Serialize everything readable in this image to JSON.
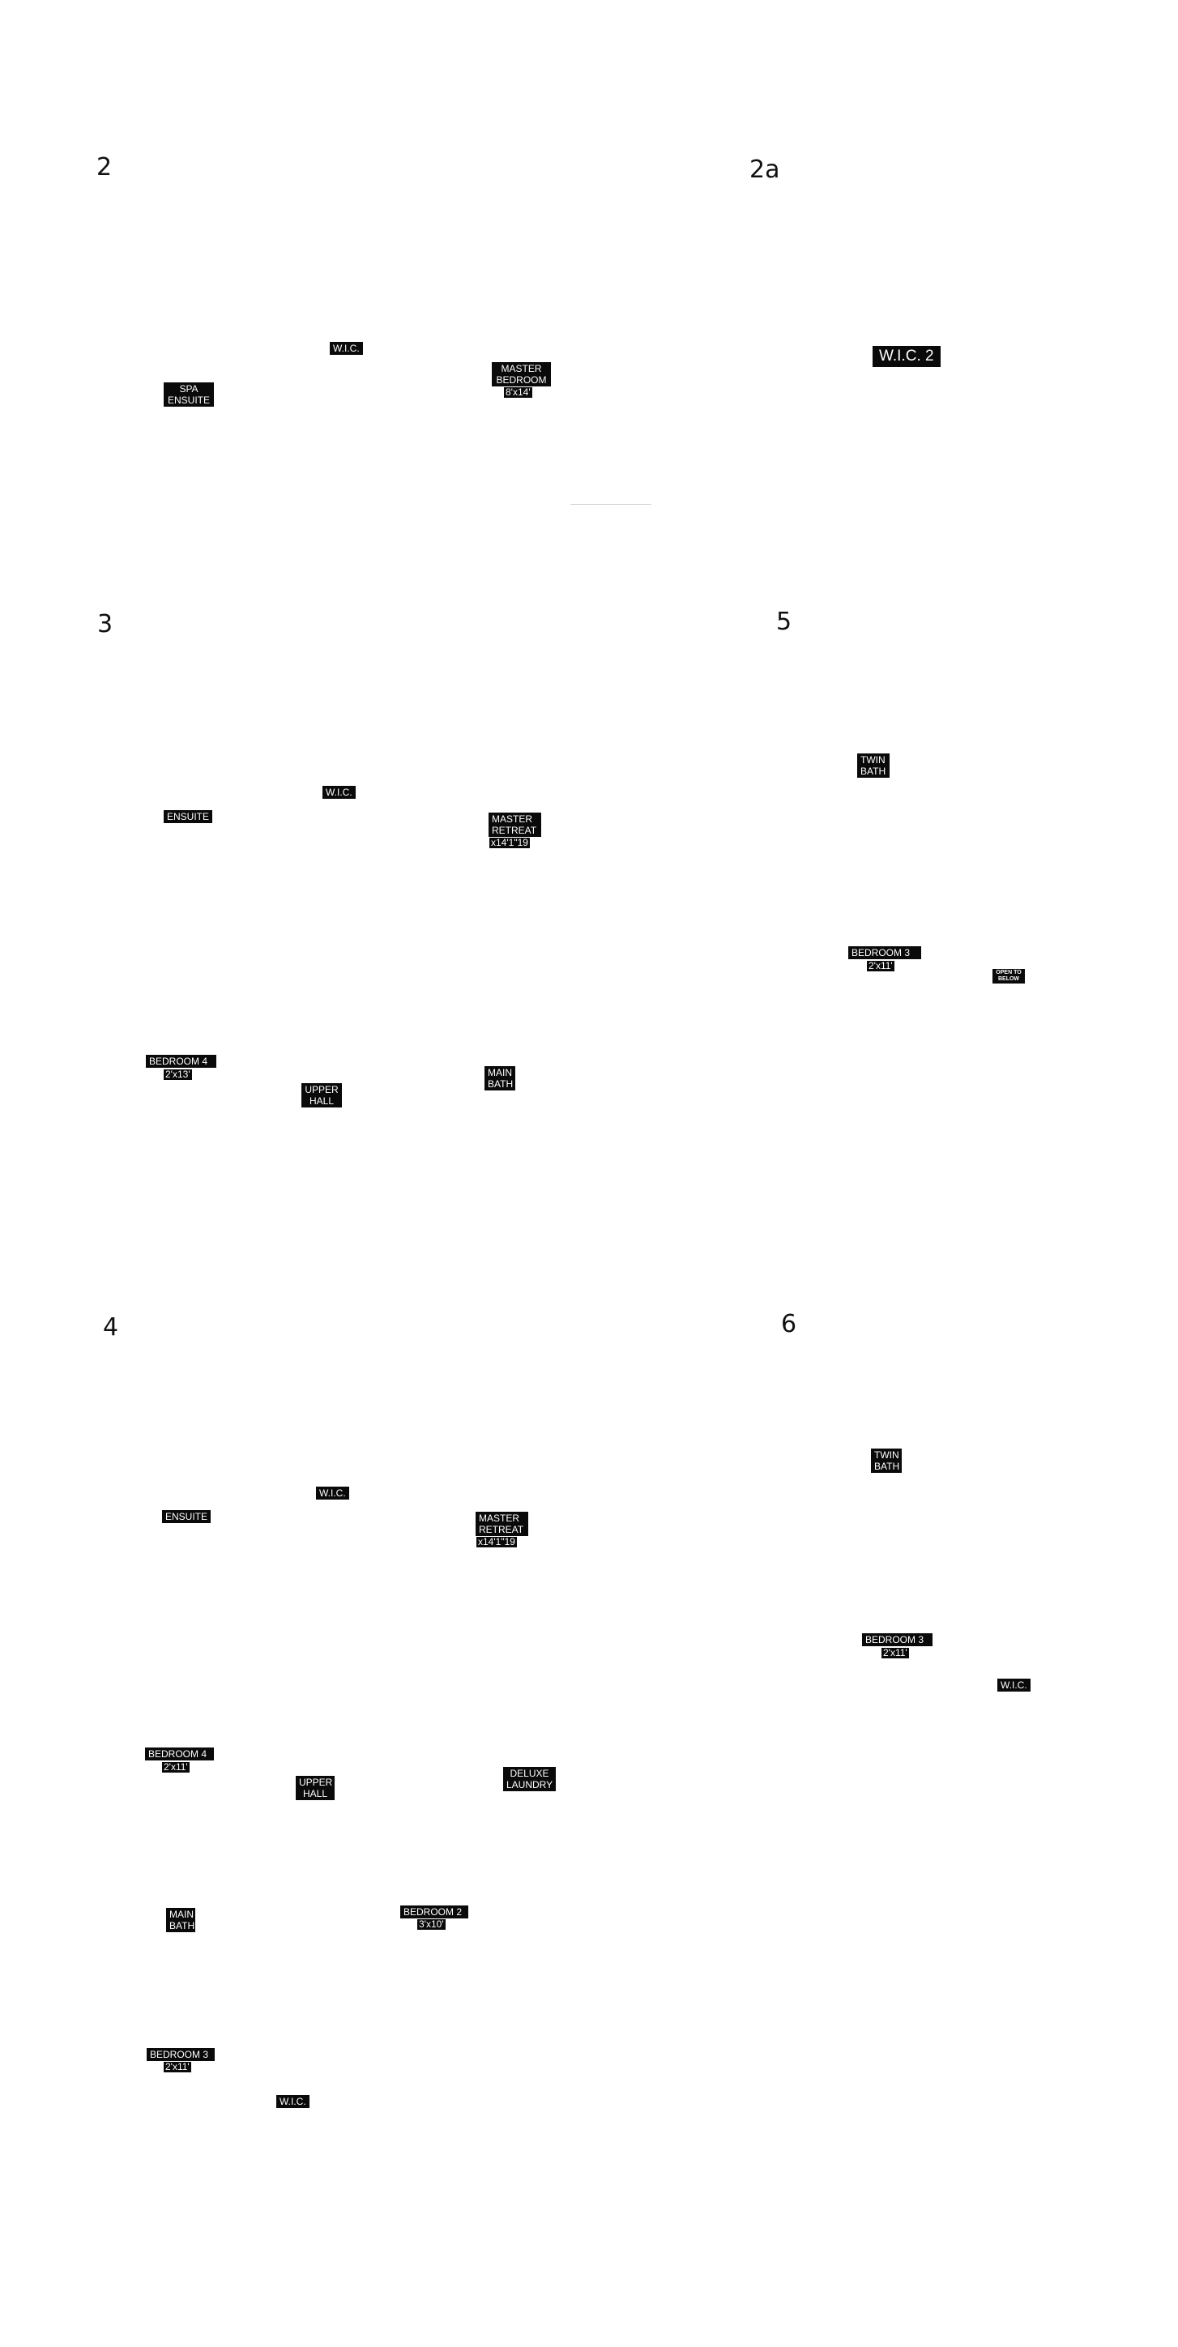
{
  "sections": {
    "s2": {
      "number": "2",
      "wic": "W.I.C.",
      "spa": [
        "SPA",
        "ENSUITE"
      ],
      "master": [
        "MASTER",
        "BEDROOM"
      ],
      "master_dim": "8'x14'"
    },
    "s2a": {
      "number": "2a",
      "wic2": "W.I.C. 2"
    },
    "s3": {
      "number": "3",
      "wic": "W.I.C.",
      "ensuite": "ENSUITE",
      "retreat": [
        "MASTER",
        "RETREAT"
      ],
      "retreat_dim": "x14'1\"19",
      "bedroom4": "BEDROOM 4",
      "bedroom4_dim": "2'x13'",
      "upper_hall": [
        "UPPER",
        "HALL"
      ],
      "main_bath": [
        "MAIN",
        "BATH"
      ]
    },
    "s5": {
      "number": "5",
      "twin_bath": [
        "TWIN",
        "BATH"
      ],
      "bedroom3": "BEDROOM 3",
      "bedroom3_dim": "2'x11'",
      "open_below": [
        "OPEN TO",
        "BELOW"
      ]
    },
    "s4": {
      "number": "4",
      "wic": "W.I.C.",
      "ensuite": "ENSUITE",
      "retreat": [
        "MASTER",
        "RETREAT"
      ],
      "retreat_dim": "x14'1\"19",
      "bedroom4": "BEDROOM 4",
      "bedroom4_dim": "2'x11'",
      "upper_hall": [
        "UPPER",
        "HALL"
      ],
      "laundry": [
        "DELUXE",
        "LAUNDRY"
      ],
      "main_bath": [
        "MAIN",
        "BATH"
      ],
      "bedroom2": "BEDROOM 2",
      "bedroom2_dim": "3'x10'",
      "bedroom3": "BEDROOM 3",
      "bedroom3_dim": "2'x11'",
      "wic2": "W.I.C."
    },
    "s6": {
      "number": "6",
      "twin_bath": [
        "TWIN",
        "BATH"
      ],
      "bedroom3": "BEDROOM 3",
      "bedroom3_dim": "2'x11'",
      "wic": "W.I.C."
    }
  }
}
